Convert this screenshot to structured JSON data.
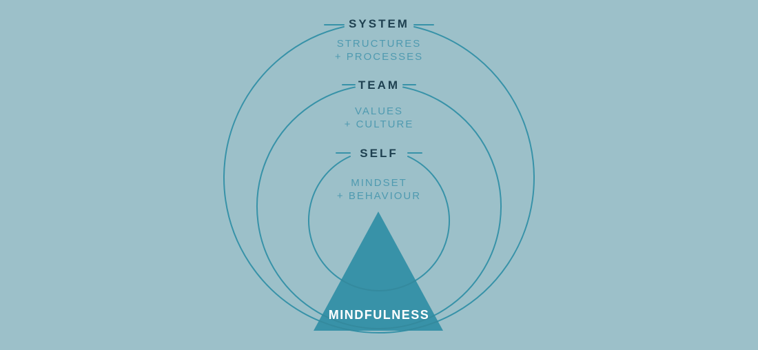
{
  "diagram": {
    "rings": [
      {
        "label": "SYSTEM",
        "sublabel": "STRUCTURES\n+ PROCESSES"
      },
      {
        "label": "TEAM",
        "sublabel": "VALUES\n+ CULTURE"
      },
      {
        "label": "SELF",
        "sublabel": "MINDSET\n+ BEHAVIOUR"
      }
    ],
    "triangle_label": "MINDFULNESS"
  },
  "colors": {
    "background": "#9cc0c9",
    "ring_stroke": "#3792a8",
    "label_dark": "#1e4050",
    "sublabel": "#4f9ab0",
    "triangle_fill": "#3892a8",
    "triangle_label": "#ffffff"
  }
}
